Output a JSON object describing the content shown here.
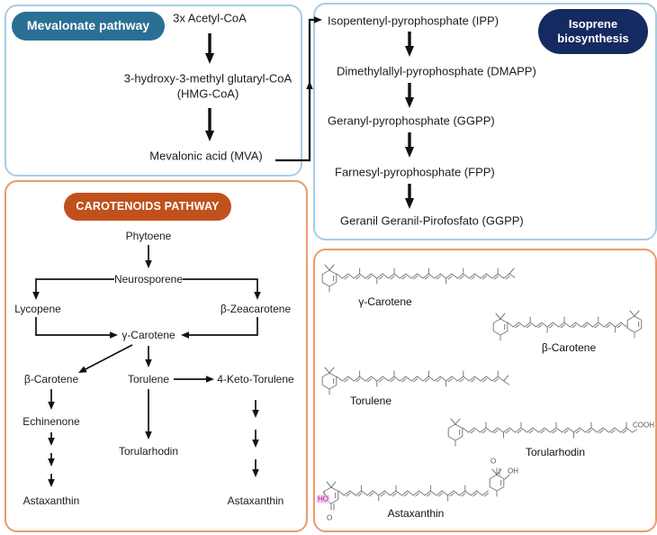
{
  "colors": {
    "box_blue_border": "#a6cde5",
    "box_orange_border": "#eb9a6c",
    "badge_teal": "#2a6f94",
    "badge_navy": "#152a60",
    "badge_orange": "#c0511c",
    "structure_gray": "#7b7b7b",
    "arrow_black": "#111111",
    "highlight_pink": "#f8c8ec"
  },
  "mevalonate": {
    "badge": "Mevalonate pathway",
    "nodes": {
      "acetyl": "3x Acetyl-CoA",
      "hmg_line1": "3-hydroxy-3-methyl glutaryl-CoA",
      "hmg_line2": "(HMG-CoA)",
      "mva": "Mevalonic acid (MVA)"
    }
  },
  "isoprene": {
    "badge_line1": "Isoprene",
    "badge_line2": "biosynthesis",
    "nodes": {
      "ipp": "Isopentenyl-pyrophosphate (IPP)",
      "dmapp": "Dimethylallyl-pyrophosphate (DMAPP)",
      "gpp": "Geranyl-pyrophosphate (GGPP)",
      "fpp": "Farnesyl-pyrophosphate (FPP)",
      "gggpp": "Geranil Geranil-Pirofosfato (GGPP)"
    }
  },
  "carotenoids": {
    "badge": "CAROTENOIDS PATHWAY",
    "nodes": {
      "phytoene": "Phytoene",
      "neurosporene": "Neurosporene",
      "lycopene": "Lycopene",
      "beta_zeacarotene": "β-Zeacarotene",
      "gamma_carotene": "γ-Carotene",
      "beta_carotene": "β-Carotene",
      "torulene": "Torulene",
      "keto_torulene": "4-Keto-Torulene",
      "echinenone": "Echinenone",
      "torularhodin": "Torularhodin",
      "astaxanthin_left": "Astaxanthin",
      "astaxanthin_right": "Astaxanthin"
    }
  },
  "structures": {
    "gamma_carotene": "γ-Carotene",
    "beta_carotene": "β-Carotene",
    "torulene": "Torulene",
    "torularhodin": "Torularhodin",
    "astaxanthin": "Astaxanthin",
    "groups": {
      "cooh": "COOH",
      "o_right": "O",
      "oh_right": "OH",
      "ho_left": "HO",
      "o_left": "O"
    }
  }
}
